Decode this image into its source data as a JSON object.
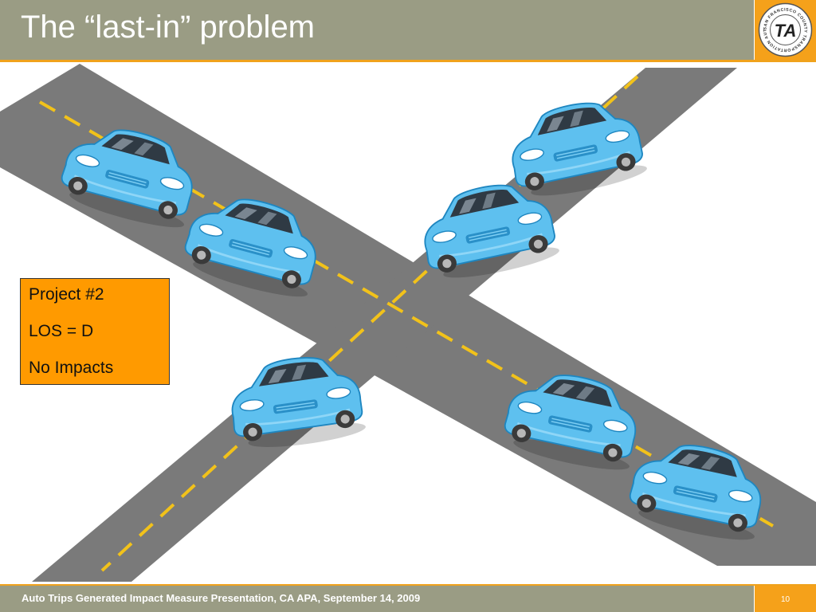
{
  "slide": {
    "title": "The “last-in” problem",
    "footer": "Auto Trips Generated Impact Measure Presentation, CA APA, September 14, 2009",
    "page_number": "10"
  },
  "logo": {
    "ring_text": "SAN FRANCISCO COUNTY TRANSPORTATION AUTHORITY",
    "monogram": "TA"
  },
  "callout": {
    "lines": [
      "Project #2",
      "LOS = D",
      "No Impacts"
    ]
  },
  "colors": {
    "header_bar": "#9a9c84",
    "accent_orange": "#f5a11a",
    "callout_fill": "#ff9a00",
    "road": "#7a7a7a",
    "lane_line": "#f2c21a",
    "car_body": "#5ec0ef"
  },
  "scene": {
    "icons": [
      "road-icon",
      "car-icon"
    ]
  }
}
